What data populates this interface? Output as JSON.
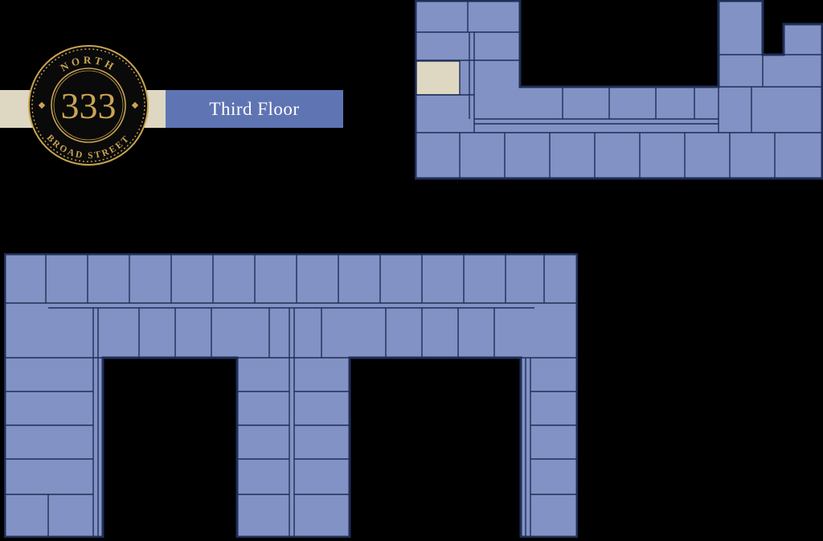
{
  "seal": {
    "top_text": "NORTH",
    "number": "333",
    "bottom_text": "BROAD STREET"
  },
  "banner": {
    "label": "Third Floor"
  },
  "colors": {
    "background": "#000000",
    "unit_fill": "#8292c5",
    "plan_outline": "#1f2e55",
    "highlighted_unit": "#ded8c2",
    "cream_band": "#ded8c2",
    "banner_bg": "#5f74b3",
    "banner_text": "#ffffff",
    "seal_gold": "#c9a452",
    "seal_bg": "#0a0a0a"
  }
}
